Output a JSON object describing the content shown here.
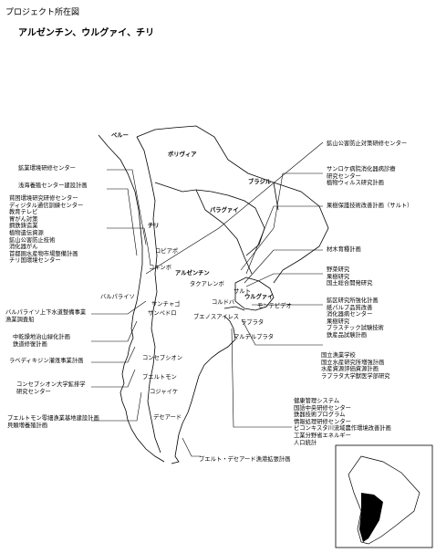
{
  "header": "プロジェクト所在図",
  "title": "アルゼンチン、ウルグァイ、チリ",
  "countries": {
    "peru": "ペルー",
    "bolivia": "ボリヴィア",
    "brazil": "ブラジル",
    "paraguay": "パラグァイ",
    "chile": "チリ",
    "argentina": "アルゼンチン",
    "uruguay": "ウルグァイ"
  },
  "cities": {
    "copiapo": "コピアポ",
    "coquimbo": "コキンボ",
    "valparaiso": "バルパライソ",
    "santiago": "サンチャゴ",
    "san_pedro": "サンペドロ",
    "concepcion": "コンセプシオン",
    "puerto_montt": "プエルトモン",
    "coyhaique": "コジャイケ",
    "cordoba": "コルドバ",
    "tacuarembo": "タクアレンボ",
    "salto": "サルト",
    "buenos_aires": "ブエノスアイレス",
    "montevideo": "モンテビデオ",
    "la_plata": "ラプラタ",
    "mar_del_plata": "マルデルプラタ",
    "deseado": "デセアード"
  },
  "left_boxes": {
    "a": [
      "鉱業環境研修センター"
    ],
    "b": [
      "浅海養殖センター建設計画"
    ],
    "c": [
      "貧困環境研究研修センター",
      "ディジタル通信訓練センター",
      "教育テレビ",
      "胃がん対策",
      "鋼鉄鋳造業",
      "植物遺伝資源",
      "鉱山公害防止技術",
      "消化器がん",
      "首都圏水産物市場整備計画",
      "チリ国環境センター"
    ],
    "d": [
      "バルパライソ上下水道整備事業",
      "漁業調査船"
    ],
    "e": [
      "中乾燥地治山緑化計画",
      "鉄道修復計画"
    ],
    "f": [
      "ラベディキジン灌漑事業計画"
    ],
    "g": [
      "コンセプシオン大学鉱排学",
      "研究センター"
    ],
    "h": [
      "プエルトモン零細漁業基地建設計画",
      "貝類増養殖計画"
    ]
  },
  "right_boxes": {
    "a": [
      "鉱山公害防止対策研修センター"
    ],
    "b": [
      "サンロケ病院消化器病診療",
      "研究センター",
      "植物ウィルス研究計画"
    ],
    "c": [
      "果樹保護技術改善計画（サルト）"
    ],
    "d": [
      "材木育種計画"
    ],
    "e": [
      "野菜研究",
      "果樹研究",
      "国土総合開発研究"
    ],
    "f": [
      "鉱区研究所強化計画",
      "紙パルプ品質改善",
      "消化器病センター",
      "果樹研究",
      "プラスチック試験技術",
      "鉄産品試験計画"
    ],
    "g": [
      "国立漁業学校",
      "国立水産研究所増強計画",
      "水産資源評価資源計画",
      "ラプラタ大学獣医学部研究"
    ],
    "h": [
      "健康管理システム",
      "国語中央研修センター",
      "鉄器技術プログラム",
      "情報処理研修センター",
      "ピコンキスタ川流域農作環境改善計画",
      "工業分野省エネルギー",
      "人口統計"
    ],
    "i": [
      "プエルト・デセアード漁港拡張計画"
    ]
  },
  "inset": {
    "note": ""
  }
}
